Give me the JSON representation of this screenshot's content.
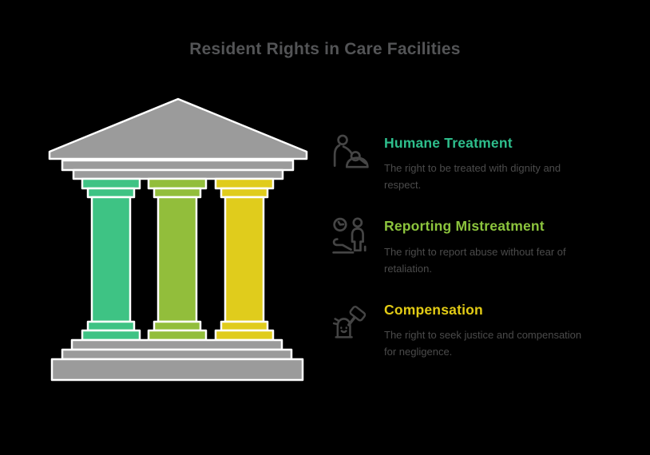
{
  "title": "Resident Rights in Care Facilities",
  "sections": [
    {
      "heading": "Humane Treatment",
      "heading_color": "#2ebe8c",
      "description": "The right to be treated with dignity and respect.",
      "icon": "caregiver-icon"
    },
    {
      "heading": "Reporting Mistreatment",
      "heading_color": "#8cc43d",
      "description": "The right to report abuse without fear of retaliation.",
      "icon": "report-clock-icon"
    },
    {
      "heading": "Compensation",
      "heading_color": "#e2cb15",
      "description": "The right to seek justice and compensation for negligence.",
      "icon": "gavel-justice-icon"
    }
  ],
  "temple": {
    "pillar_colors": [
      "#3ec384",
      "#92be3b",
      "#e0cc1c"
    ],
    "structure_color": "#9b9b9b",
    "outline_color": "#ffffff"
  },
  "colors": {
    "background": "#000000",
    "title_text": "#535456",
    "description_text": "#4b4b4b",
    "icon_stroke": "#454545"
  }
}
